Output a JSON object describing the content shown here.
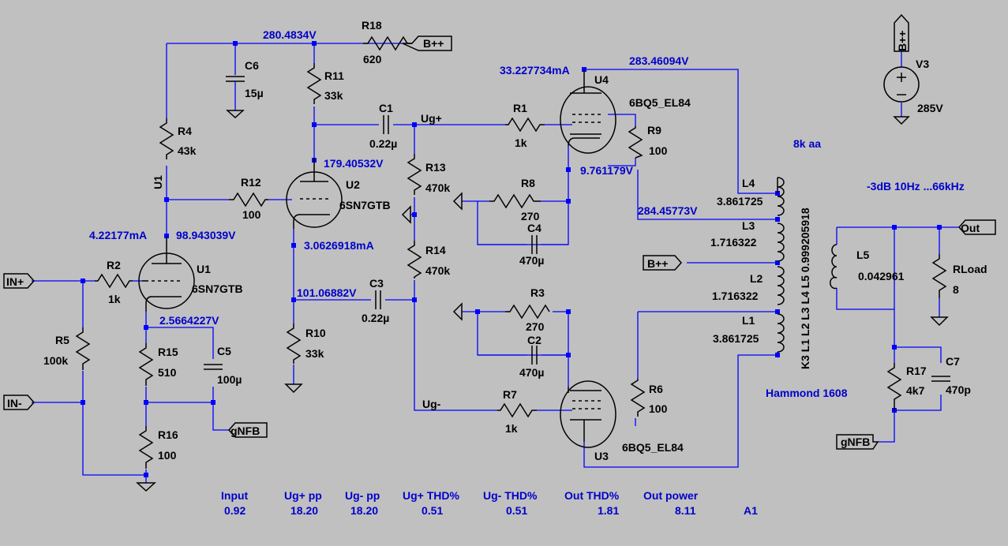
{
  "labels": {
    "n_280": "280.4834V",
    "r18": "R18",
    "v620": "620",
    "bpp1": "B++",
    "c6": "C6",
    "v15u": "15µ",
    "r11": "R11",
    "v33k_a": "33k",
    "c1": "C1",
    "ugp": "Ug+",
    "v022u_a": "0.22µ",
    "r4": "R4",
    "v43k": "43k",
    "u1v": "U1",
    "n_179": "179.40532V",
    "u2": "U2",
    "tube_u2": "6SN7GTB",
    "r12": "R12",
    "v100_a": "100",
    "r13": "R13",
    "v470k_a": "470k",
    "n_4mA": "4.22177mA",
    "n_98": "98.943039V",
    "n_3mA": "3.0626918mA",
    "r14": "R14",
    "v470k_b": "470k",
    "inp": "IN+",
    "r2": "R2",
    "v1k_a": "1k",
    "u1": "U1",
    "tube_u1": "6SN7GTB",
    "n_101": "101.06882V",
    "c3": "C3",
    "v022u_b": "0.22µ",
    "n_2v": "2.5664227V",
    "r5": "R5",
    "v100k": "100k",
    "r15": "R15",
    "v510": "510",
    "c5": "C5",
    "v100u": "100µ",
    "r10": "R10",
    "v33k_b": "33k",
    "inm": "IN-",
    "r16": "R16",
    "v100_b": "100",
    "gnfb1": "gNFB",
    "n_33mA": "33.227734mA",
    "n_283": "283.46094V",
    "u4": "U4",
    "tube_u4": "6BQ5_EL84",
    "r1": "R1",
    "v1k_b": "1k",
    "r9": "R9",
    "v100_c": "100",
    "n_9v": "9.761179V",
    "r8": "R8",
    "v270_a": "270",
    "c4": "C4",
    "v470u_a": "470µ",
    "n_284": "284.45773V",
    "r3": "R3",
    "v270_b": "270",
    "c2": "C2",
    "v470u_b": "470µ",
    "r6": "R6",
    "v100_d": "100",
    "ugm": "Ug-",
    "r7": "R7",
    "v1k_c": "1k",
    "tube_u3": "6BQ5_EL84",
    "u3": "U3",
    "bpp2": "B++",
    "l4": "L4",
    "vl4": "3.861725",
    "l3": "L3",
    "vl3": "1.716322",
    "l2": "L2",
    "vl2": "1.716322",
    "l1": "L1",
    "vl1": "3.861725",
    "k3": "K3 L1 L2 L3 L4 L5  0.999205918",
    "xfmr": "8k aa",
    "hammond": "Hammond 1608",
    "bw": "-3dB 10Hz ...66kHz",
    "bpp3": "B++",
    "v3": "V3",
    "v285": "285V",
    "out": "Out",
    "l5": "L5",
    "vl5": "0.042961",
    "rload": "RLoad",
    "v8": "8",
    "r17": "R17",
    "v4k7": "4k7",
    "c7": "C7",
    "v470p": "470p",
    "gnfb2": "gNFB"
  },
  "table": {
    "headers": [
      "Input",
      "Ug+ pp",
      "Ug- pp",
      "Ug+ THD%",
      "Ug- THD%",
      "Out THD%",
      "Out power"
    ],
    "values": [
      "0.92",
      "18.20",
      "18.20",
      "0.51",
      "0.51",
      "1.81",
      "8.11"
    ],
    "note": "A1"
  }
}
